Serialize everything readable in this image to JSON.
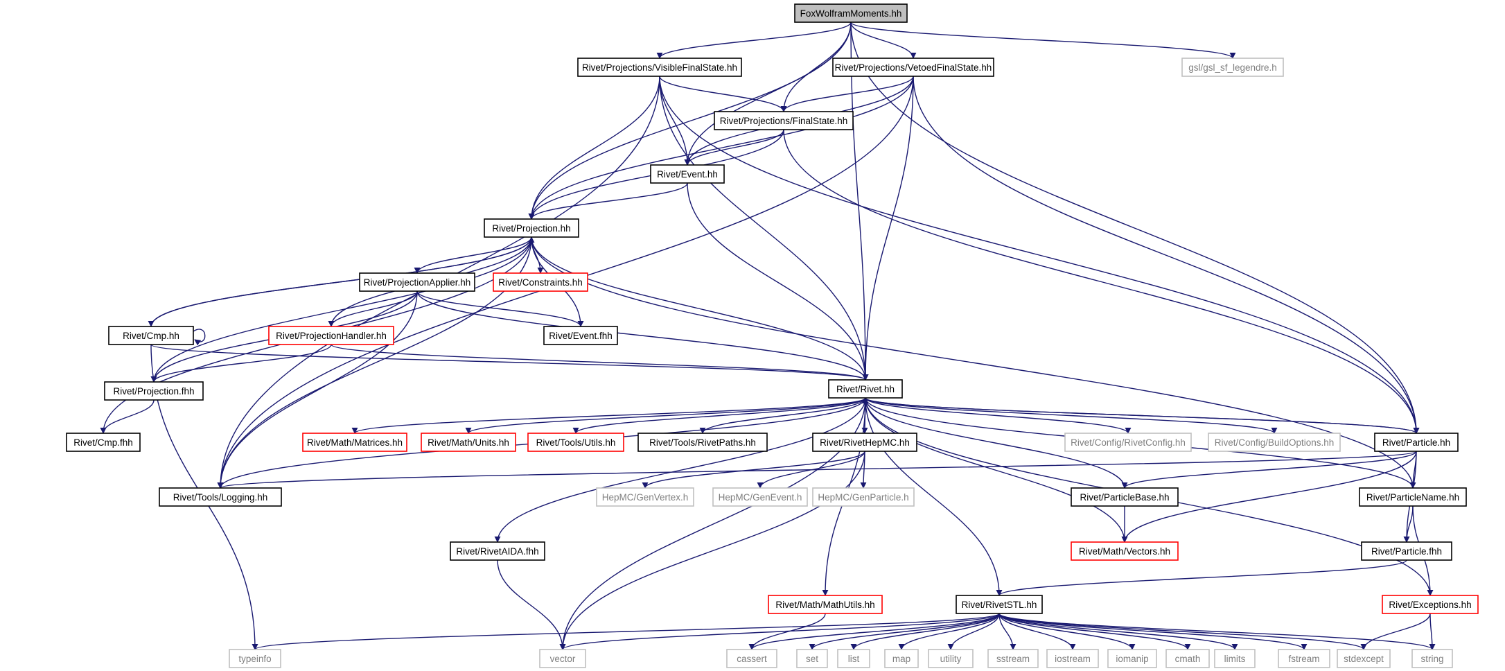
{
  "colors": {
    "edge": "#191970",
    "root_fill": "#bfbfbf",
    "normal_border": "#000000",
    "red_border": "#ff0000",
    "gray_border": "#bfbfbf",
    "gray_text": "#7f7f7f"
  },
  "nodes": {
    "fwm": {
      "label": "FoxWolframMoments.hh",
      "style": "root"
    },
    "vfs": {
      "label": "Rivet/Projections/VisibleFinalState.hh",
      "style": "normal"
    },
    "vetfs": {
      "label": "Rivet/Projections/VetoedFinalState.hh",
      "style": "normal"
    },
    "gsl": {
      "label": "gsl/gsl_sf_legendre.h",
      "style": "gray"
    },
    "fs": {
      "label": "Rivet/Projections/FinalState.hh",
      "style": "normal"
    },
    "event": {
      "label": "Rivet/Event.hh",
      "style": "normal"
    },
    "proj": {
      "label": "Rivet/Projection.hh",
      "style": "normal"
    },
    "projapp": {
      "label": "Rivet/ProjectionApplier.hh",
      "style": "normal"
    },
    "constraints": {
      "label": "Rivet/Constraints.hh",
      "style": "red"
    },
    "cmp": {
      "label": "Rivet/Cmp.hh",
      "style": "normal"
    },
    "projhandler": {
      "label": "Rivet/ProjectionHandler.hh",
      "style": "red"
    },
    "eventfhh": {
      "label": "Rivet/Event.fhh",
      "style": "normal"
    },
    "projfhh": {
      "label": "Rivet/Projection.fhh",
      "style": "normal"
    },
    "rivet": {
      "label": "Rivet/Rivet.hh",
      "style": "normal"
    },
    "cmpfhh": {
      "label": "Rivet/Cmp.fhh",
      "style": "normal"
    },
    "matrices": {
      "label": "Rivet/Math/Matrices.hh",
      "style": "red"
    },
    "units": {
      "label": "Rivet/Math/Units.hh",
      "style": "red"
    },
    "utils": {
      "label": "Rivet/Tools/Utils.hh",
      "style": "red"
    },
    "paths": {
      "label": "Rivet/Tools/RivetPaths.hh",
      "style": "normal"
    },
    "hepmc": {
      "label": "Rivet/RivetHepMC.hh",
      "style": "normal"
    },
    "rivetconfig": {
      "label": "Rivet/Config/RivetConfig.hh",
      "style": "gray"
    },
    "buildopts": {
      "label": "Rivet/Config/BuildOptions.hh",
      "style": "gray"
    },
    "particle": {
      "label": "Rivet/Particle.hh",
      "style": "normal"
    },
    "logging": {
      "label": "Rivet/Tools/Logging.hh",
      "style": "normal"
    },
    "genvertex": {
      "label": "HepMC/GenVertex.h",
      "style": "gray"
    },
    "genevent": {
      "label": "HepMC/GenEvent.h",
      "style": "gray"
    },
    "genparticle": {
      "label": "HepMC/GenParticle.h",
      "style": "gray"
    },
    "partbase": {
      "label": "Rivet/ParticleBase.hh",
      "style": "normal"
    },
    "partname": {
      "label": "Rivet/ParticleName.hh",
      "style": "normal"
    },
    "aidafhh": {
      "label": "Rivet/RivetAIDA.fhh",
      "style": "normal"
    },
    "vectors": {
      "label": "Rivet/Math/Vectors.hh",
      "style": "red"
    },
    "partfhh": {
      "label": "Rivet/Particle.fhh",
      "style": "normal"
    },
    "mathutils": {
      "label": "Rivet/Math/MathUtils.hh",
      "style": "red"
    },
    "stl": {
      "label": "Rivet/RivetSTL.hh",
      "style": "normal"
    },
    "exceptions": {
      "label": "Rivet/Exceptions.hh",
      "style": "red"
    },
    "typeinfo": {
      "label": "typeinfo",
      "style": "gray"
    },
    "vector": {
      "label": "vector",
      "style": "gray"
    },
    "cassert": {
      "label": "cassert",
      "style": "gray"
    },
    "set": {
      "label": "set",
      "style": "gray"
    },
    "list": {
      "label": "list",
      "style": "gray"
    },
    "map": {
      "label": "map",
      "style": "gray"
    },
    "utility": {
      "label": "utility",
      "style": "gray"
    },
    "sstream": {
      "label": "sstream",
      "style": "gray"
    },
    "iostream": {
      "label": "iostream",
      "style": "gray"
    },
    "iomanip": {
      "label": "iomanip",
      "style": "gray"
    },
    "cmath": {
      "label": "cmath",
      "style": "gray"
    },
    "limits": {
      "label": "limits",
      "style": "gray"
    },
    "fstream": {
      "label": "fstream",
      "style": "gray"
    },
    "stdexcept": {
      "label": "stdexcept",
      "style": "gray"
    },
    "string": {
      "label": "string",
      "style": "gray"
    }
  },
  "edges": [
    [
      "fwm",
      "vfs"
    ],
    [
      "fwm",
      "vetfs"
    ],
    [
      "fwm",
      "gsl"
    ],
    [
      "fwm",
      "fs"
    ],
    [
      "fwm",
      "event"
    ],
    [
      "fwm",
      "proj"
    ],
    [
      "fwm",
      "rivet"
    ],
    [
      "fwm",
      "particle"
    ],
    [
      "vfs",
      "fs"
    ],
    [
      "vfs",
      "event"
    ],
    [
      "vfs",
      "proj"
    ],
    [
      "vfs",
      "rivet"
    ],
    [
      "vfs",
      "particle"
    ],
    [
      "vfs",
      "logging"
    ],
    [
      "vetfs",
      "fs"
    ],
    [
      "vetfs",
      "event"
    ],
    [
      "vetfs",
      "proj"
    ],
    [
      "vetfs",
      "rivet"
    ],
    [
      "vetfs",
      "particle"
    ],
    [
      "vetfs",
      "logging"
    ],
    [
      "fs",
      "event"
    ],
    [
      "fs",
      "proj"
    ],
    [
      "fs",
      "particle"
    ],
    [
      "event",
      "proj"
    ],
    [
      "event",
      "rivet"
    ],
    [
      "proj",
      "projapp"
    ],
    [
      "proj",
      "constraints"
    ],
    [
      "proj",
      "projhandler"
    ],
    [
      "proj",
      "eventfhh"
    ],
    [
      "proj",
      "rivet"
    ],
    [
      "proj",
      "cmp"
    ],
    [
      "proj",
      "projfhh"
    ],
    [
      "proj",
      "cmpfhh"
    ],
    [
      "proj",
      "logging"
    ],
    [
      "proj",
      "partname"
    ],
    [
      "projapp",
      "projhandler"
    ],
    [
      "projapp",
      "eventfhh"
    ],
    [
      "projapp",
      "projfhh"
    ],
    [
      "projapp",
      "rivet"
    ],
    [
      "projapp",
      "logging"
    ],
    [
      "cmp",
      "proj"
    ],
    [
      "cmp",
      "cmp"
    ],
    [
      "cmp",
      "rivet"
    ],
    [
      "cmp",
      "typeinfo"
    ],
    [
      "projhandler",
      "projfhh"
    ],
    [
      "projhandler",
      "rivet"
    ],
    [
      "projfhh",
      "cmpfhh"
    ],
    [
      "rivet",
      "matrices"
    ],
    [
      "rivet",
      "units"
    ],
    [
      "rivet",
      "utils"
    ],
    [
      "rivet",
      "paths"
    ],
    [
      "rivet",
      "hepmc"
    ],
    [
      "rivet",
      "rivetconfig"
    ],
    [
      "rivet",
      "buildopts"
    ],
    [
      "rivet",
      "particle"
    ],
    [
      "rivet",
      "partname"
    ],
    [
      "rivet",
      "vectors"
    ],
    [
      "rivet",
      "stl"
    ],
    [
      "rivet",
      "mathutils"
    ],
    [
      "rivet",
      "aidafhh"
    ],
    [
      "rivet",
      "vector"
    ],
    [
      "rivet",
      "exceptions"
    ],
    [
      "rivet",
      "logging"
    ],
    [
      "hepmc",
      "genvertex"
    ],
    [
      "hepmc",
      "genevent"
    ],
    [
      "hepmc",
      "genparticle"
    ],
    [
      "hepmc",
      "vector"
    ],
    [
      "particle",
      "rivet"
    ],
    [
      "particle",
      "logging"
    ],
    [
      "particle",
      "partbase"
    ],
    [
      "particle",
      "partname"
    ],
    [
      "particle",
      "partfhh"
    ],
    [
      "particle",
      "vectors"
    ],
    [
      "partbase",
      "rivet"
    ],
    [
      "partbase",
      "vectors"
    ],
    [
      "partname",
      "partfhh"
    ],
    [
      "partname",
      "exceptions"
    ],
    [
      "partfhh",
      "stl"
    ],
    [
      "aidafhh",
      "vector"
    ],
    [
      "mathutils",
      "cassert"
    ],
    [
      "exceptions",
      "stdexcept"
    ],
    [
      "exceptions",
      "string"
    ],
    [
      "stl",
      "typeinfo"
    ],
    [
      "stl",
      "vector"
    ],
    [
      "stl",
      "cassert"
    ],
    [
      "stl",
      "set"
    ],
    [
      "stl",
      "list"
    ],
    [
      "stl",
      "map"
    ],
    [
      "stl",
      "utility"
    ],
    [
      "stl",
      "sstream"
    ],
    [
      "stl",
      "iostream"
    ],
    [
      "stl",
      "iomanip"
    ],
    [
      "stl",
      "cmath"
    ],
    [
      "stl",
      "limits"
    ],
    [
      "stl",
      "fstream"
    ],
    [
      "stl",
      "stdexcept"
    ],
    [
      "stl",
      "string"
    ]
  ]
}
